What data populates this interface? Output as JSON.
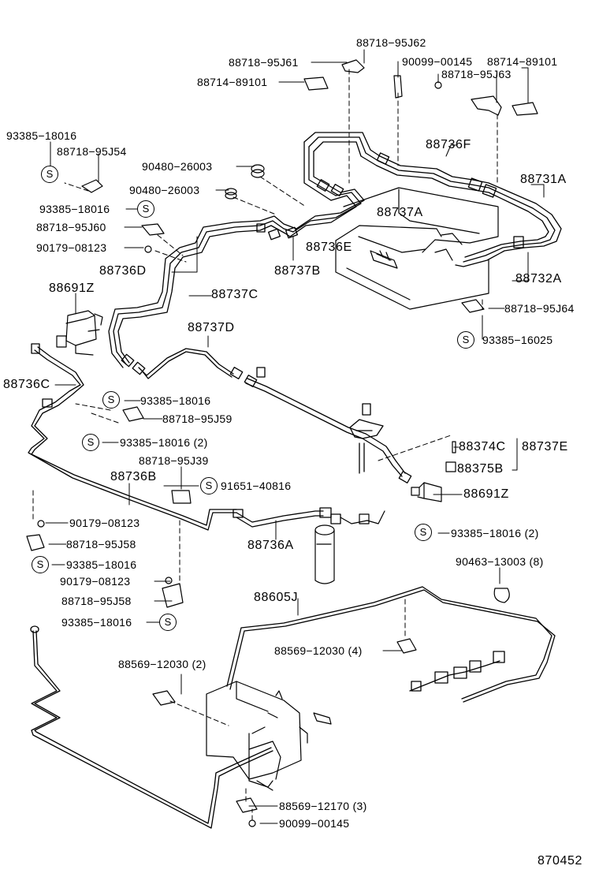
{
  "symbol": "S",
  "ref_number": "870452",
  "labels": {
    "p_88718_95J62": "88718−95J62",
    "p_88718_95J61": "88718−95J61",
    "p_90099_00145_top": "90099−00145",
    "p_88714_89101_a": "88714−89101",
    "p_88714_89101_b": "88714−89101",
    "p_88718_95J63": "88718−95J63",
    "p_93385_18016_a": "93385−18016",
    "p_88718_95J54": "88718−95J54",
    "p_90480_26003_a": "90480−26003",
    "p_90480_26003_b": "90480−26003",
    "p_88736F": "88736F",
    "p_88731A": "88731A",
    "p_93385_18016_b": "93385−18016",
    "p_88737A": "88737A",
    "p_88718_95J60": "88718−95J60",
    "p_88736E": "88736E",
    "p_90179_08123_a": "90179−08123",
    "p_88736D": "88736D",
    "p_88737B": "88737B",
    "p_88732A": "88732A",
    "p_88691Z_a": "88691Z",
    "p_88737C": "88737C",
    "p_88718_95J64": "88718−95J64",
    "p_93385_16025": "93385−16025",
    "p_88737D": "88737D",
    "p_88736C": "88736C",
    "p_93385_18016_c": "93385−18016",
    "p_88718_95J59": "88718−95J59",
    "p_93385_18016_d": "93385−18016 (2)",
    "p_88374C": "88374C",
    "p_88737E": "88737E",
    "p_88718_95J39": "88718−95J39",
    "p_88375B": "88375B",
    "p_88736B": "88736B",
    "p_91651_40816": "91651−40816",
    "p_88691Z_b": "88691Z",
    "p_90179_08123_b": "90179−08123",
    "p_88718_95J58_a": "88718−95J58",
    "p_88736A": "88736A",
    "p_93385_18016_e": "93385−18016 (2)",
    "p_93385_18016_f": "93385−18016",
    "p_90179_08123_c": "90179−08123",
    "p_90463_13003": "90463−13003 (8)",
    "p_88718_95J58_b": "88718−95J58",
    "p_88605J": "88605J",
    "p_93385_18016_g": "93385−18016",
    "p_88569_12030_a": "88569−12030 (4)",
    "p_88569_12030_b": "88569−12030 (2)",
    "p_88569_12170": "88569−12170 (3)",
    "p_90099_00145_bot": "90099−00145"
  }
}
